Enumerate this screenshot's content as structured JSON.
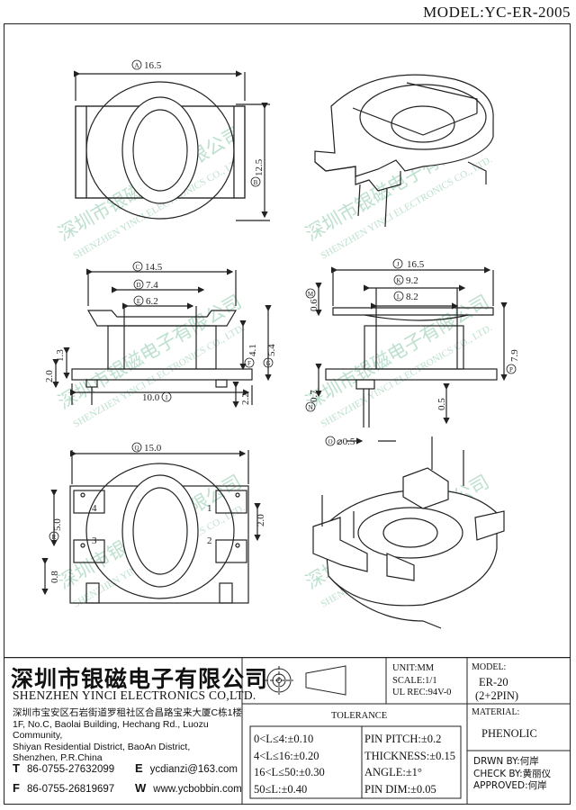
{
  "header": {
    "model": "MODEL:YC-ER-2005"
  },
  "dims": {
    "a": "16.5",
    "b": "12.5",
    "c": "14.5",
    "d": "7.4",
    "e": "6.2",
    "f": "4.1",
    "g": "5.4",
    "h": "1.3",
    "i": "10.0",
    "j": "2.2",
    "k": "2.0",
    "l": "16.5",
    "m": "9.2",
    "n": "8.2",
    "o": "0.6",
    "p": "7.9",
    "q": "0.7",
    "r": "0.5",
    "s": "⌀0.5",
    "t": "15.0",
    "u": "5.0",
    "v": "2.0",
    "w": "0.8"
  },
  "letters": {
    "a": "A",
    "b": "B",
    "c": "C",
    "d": "D",
    "e": "E",
    "f": "F",
    "g": "G",
    "h": "H",
    "i": "I",
    "j": "J",
    "k": "K",
    "l": "L",
    "m": "M",
    "n": "N",
    "o": "O",
    "p": "P",
    "q": "Q",
    "r": "R"
  },
  "pins": [
    "1",
    "2",
    "3",
    "4"
  ],
  "watermark": {
    "cn": "深圳市银磁电子有限公司",
    "en": "SHENZHEN YINCI ELECTRONICS CO., LTD."
  },
  "company": {
    "cn": "深圳市银磁电子有限公司",
    "en": "SHENZHEN YINCI ELECTRONICS CO,LTD.",
    "addr_cn": "深圳市宝安区石岩街道罗租社区合昌路宝来大厦C栋1楼",
    "addr_en1": "1F, No.C, Baolai Building, Hechang Rd., Luozu Community,",
    "addr_en2": "Shiyan Residential District, BaoAn District,",
    "addr_en3": "Shenzhen, P.R.China"
  },
  "contact": {
    "t_label": "T",
    "t": "86-0755-27632099",
    "f_label": "F",
    "f": "86-0755-26819697",
    "e_label": "E",
    "e": "ycdianzi@163.com",
    "w_label": "W",
    "w": "www.ycbobbin.com"
  },
  "spec": {
    "unit": "UNIT:MM",
    "scale": "SCALE:1/1",
    "ul": "UL REC:94V-0"
  },
  "model_box": {
    "label": "MODEL:",
    "value1": "ER-20",
    "value2": "(2+2PIN)"
  },
  "material": {
    "label": "MATERIAL:",
    "value": "PHENOLIC"
  },
  "tolerance": {
    "title": "TOLERANCE",
    "left": [
      "0<L≤4:±0.10",
      "4<L≤16:±0.20",
      "16<L≤50:±0.30",
      "50≤L:±0.40"
    ],
    "right": [
      "PIN PITCH:±0.2",
      "THICKNESS:±0.15",
      "ANGLE:±1°",
      "PIN DIM:±0.05"
    ]
  },
  "sign": {
    "drawn": "DRWN BY:何岸",
    "check": "CHECK BY:黄丽仪",
    "approved": "APPROVED:何岸"
  }
}
